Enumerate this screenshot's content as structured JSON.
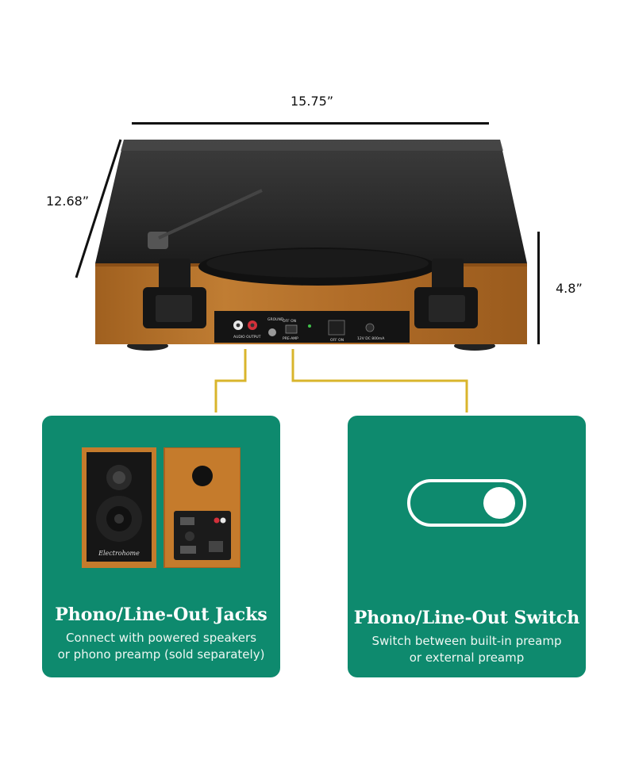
{
  "dimensions": {
    "width": "15.75”",
    "depth": "12.68”",
    "height": "4.8”"
  },
  "product_panel_labels": {
    "audio_output": "AUDIO OUTPUT",
    "ground": "GROUND",
    "off": "OFF",
    "on": "ON",
    "pre_amp": "PRE-AMP",
    "power_off": "OFF",
    "power_on": "ON",
    "dc_input": "12V DC 800mA"
  },
  "cards": {
    "left": {
      "title": "Phono/Line-Out Jacks",
      "desc_line1": "Connect with powered speakers",
      "desc_line2": "or phono preamp (sold separately)",
      "speaker_brand": "Electrohome"
    },
    "right": {
      "title": "Phono/Line-Out Switch",
      "desc_line1": "Switch between built-in preamp",
      "desc_line2": "or external preamp"
    }
  },
  "colors": {
    "card_green": "#0e8a6e",
    "callout_yellow": "#d9b52c",
    "wood": "#b5732a"
  }
}
